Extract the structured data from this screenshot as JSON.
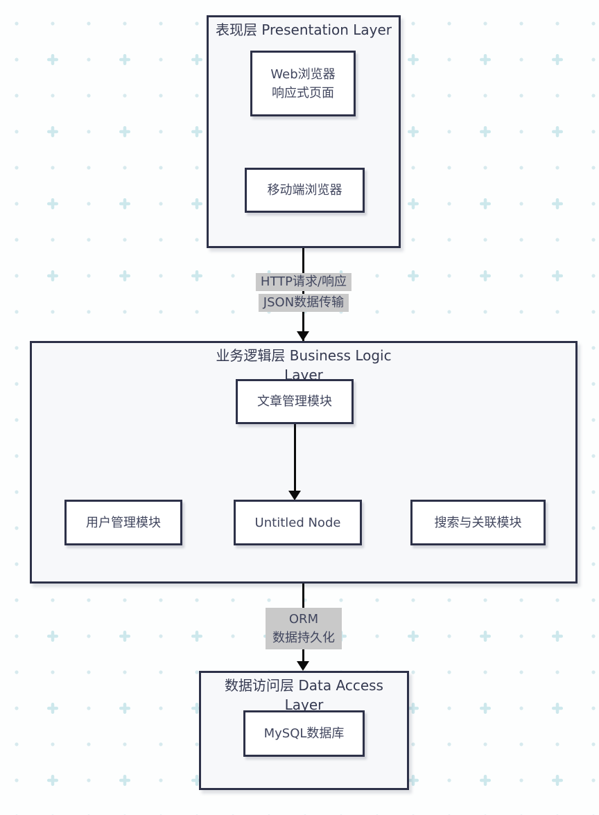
{
  "containers": {
    "presentation": {
      "title": "表现层 Presentation Layer"
    },
    "business": {
      "title": "业务逻辑层 Business Logic Layer"
    },
    "data_access": {
      "title": "数据访问层 Data Access Layer"
    }
  },
  "nodes": {
    "web_browser": {
      "line1": "Web浏览器",
      "line2": "响应式页面"
    },
    "mobile_browser": {
      "label": "移动端浏览器"
    },
    "article_module": {
      "label": "文章管理模块"
    },
    "user_module": {
      "label": "用户管理模块"
    },
    "untitled": {
      "label": "Untitled Node"
    },
    "search_module": {
      "label": "搜索与关联模块"
    },
    "mysql": {
      "label": "MySQL数据库"
    }
  },
  "edges": {
    "http": {
      "line1": "HTTP请求/响应",
      "line2": "JSON数据传输"
    },
    "orm": {
      "line1": "ORM",
      "line2": "数据持久化"
    }
  },
  "colors": {
    "border": "#2d3148",
    "title": "#343950",
    "text": "#41465e",
    "container_fill": "#f7f8fa",
    "node_fill": "#ffffff",
    "label_bg": "#c9c9c9",
    "arrow": "#0b0b0b",
    "dot": "#d7eaee",
    "plus": "#cde8ec",
    "page_bg": "#fdfefe"
  }
}
